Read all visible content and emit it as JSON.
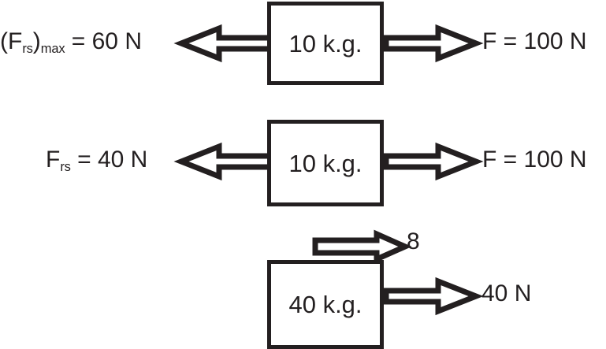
{
  "diagram": {
    "title": "Free body force diagrams for blocks on a surface",
    "stroke_color": "#231f20",
    "background_color": "#ffffff",
    "rows": [
      {
        "id": "row-1",
        "block_label": "10 k.g.",
        "left_force_label": "(F",
        "left_force_sub_1": "rs",
        "left_force_mid": ")",
        "left_force_sub_2": "max",
        "left_force_tail": " = 60 N",
        "right_force_label": "F = 100 N",
        "left_arrow_direction": "left",
        "right_arrow_direction": "right"
      },
      {
        "id": "row-2",
        "block_label": "10 k.g.",
        "left_force_label": "F",
        "left_force_sub_1": "rs",
        "left_force_tail": " = 40 N",
        "right_force_label": "F = 100 N",
        "left_arrow_direction": "left",
        "right_arrow_direction": "right"
      },
      {
        "id": "row-3",
        "block_label": "40 k.g.",
        "top_force_label": "8",
        "right_force_label": "40 N",
        "top_arrow_direction": "right",
        "right_arrow_direction": "right"
      }
    ]
  }
}
